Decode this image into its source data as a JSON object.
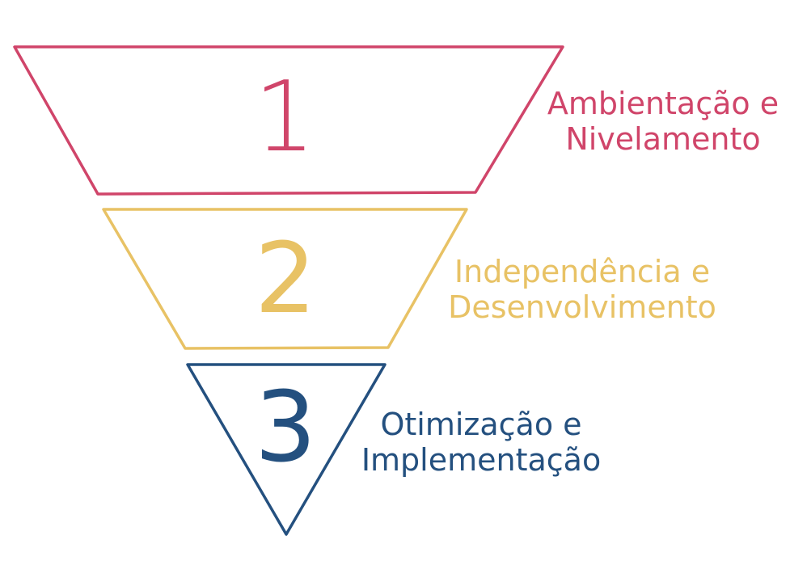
{
  "colors": {
    "stage1": "#d0456a",
    "stage2": "#e8c265",
    "stage3": "#24507f"
  },
  "stages": [
    {
      "number": "1",
      "label_line1": "Ambientação e",
      "label_line2": "Nivelamento"
    },
    {
      "number": "2",
      "label_line1": "Independência e",
      "label_line2": "Desenvolvimento"
    },
    {
      "number": "3",
      "label_line1": "Otimização e",
      "label_line2": "Implementação"
    }
  ]
}
